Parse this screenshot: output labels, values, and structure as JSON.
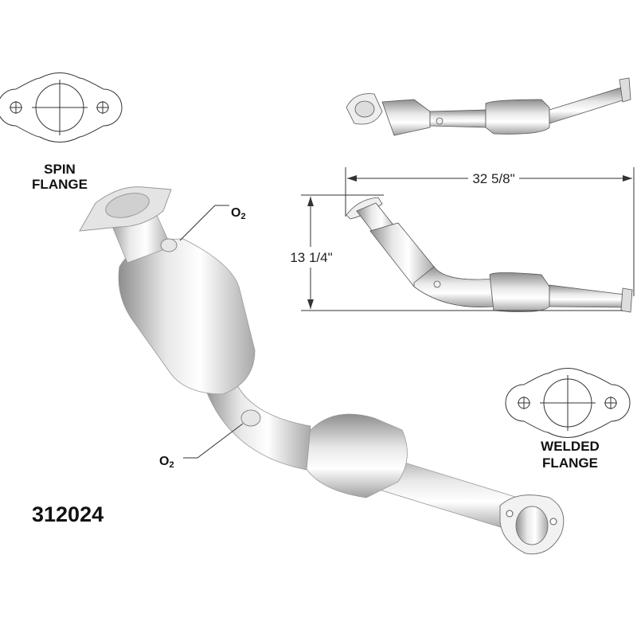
{
  "part_number": "312024",
  "spin_flange": {
    "line1": "SPIN",
    "line2": "FLANGE"
  },
  "welded_flange": {
    "line1": "WELDED",
    "line2": "FLANGE"
  },
  "sensors": {
    "top": {
      "main": "O",
      "sub": "2"
    },
    "bottom": {
      "main": "O",
      "sub": "2"
    }
  },
  "dimensions": {
    "length": "32 5/8\"",
    "height": "13 1/4\""
  }
}
